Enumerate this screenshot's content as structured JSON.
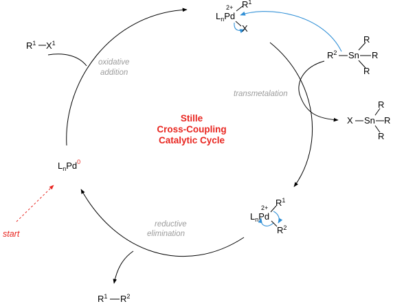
{
  "title_lines": [
    "Stille",
    "Cross-Coupling",
    "Catalytic Cycle"
  ],
  "steps": {
    "oxidative_addition": [
      "oxidative",
      "addition"
    ],
    "transmetalation": "transmetalation",
    "reductive_elimination": [
      "reductive",
      "elimination"
    ]
  },
  "start_label": "start",
  "species": {
    "pd0": {
      "L": "L",
      "n": "n",
      "Pd": "Pd",
      "charge": "0"
    },
    "pd_ox": {
      "L": "L",
      "n": "n",
      "Pd": "Pd",
      "charge": "2+",
      "R": "R",
      "R_index": "1",
      "X": "X"
    },
    "pd_trans": {
      "L": "L",
      "n": "n",
      "Pd": "Pd",
      "charge": "2+",
      "R1": "R",
      "R1_index": "1",
      "R2": "R",
      "R2_index": "2"
    },
    "substrate": {
      "R": "R",
      "index": "1",
      "X": "X",
      "X_index": "1"
    },
    "stannane": {
      "R2": "R",
      "R2_index": "2",
      "Sn": "Sn",
      "R": "R"
    },
    "tin_byproduct": {
      "X": "X",
      "Sn": "Sn",
      "R": "R"
    },
    "product": {
      "R1": "R",
      "R1_index": "1",
      "R2": "R",
      "R2_index": "2"
    }
  },
  "colors": {
    "title": "#e8251f",
    "start": "#e8251f",
    "curved_arrow": "#2f8fd6",
    "step_text": "#9b9b9b"
  }
}
